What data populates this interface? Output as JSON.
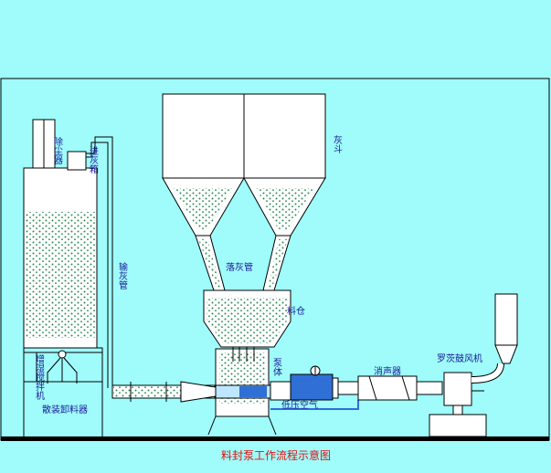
{
  "colors": {
    "background": "#9ffcfb",
    "fill_white": "#ffffff",
    "material_green": "#2e8b57",
    "label_blue": "#1a1a99",
    "caption_red": "#e01010",
    "ground_black": "#000000",
    "pump_blue": "#2f6fd6"
  },
  "labels": {
    "dust_collector": "除尘器",
    "inlet_box": "进灰箱",
    "ash_pipe": "输灰管",
    "ash_hopper": "灰斗",
    "drop_pipe": "落灰管",
    "bin": "料仓",
    "pump_body": "泵体",
    "agitator": "增湿搅拌机",
    "bulk_unloader": "散装卸料器",
    "low_air": "低压空气",
    "silencer": "消声器",
    "roots_blower": "罗茨鼓风机",
    "caption": "料封泵工作流程示意图"
  }
}
